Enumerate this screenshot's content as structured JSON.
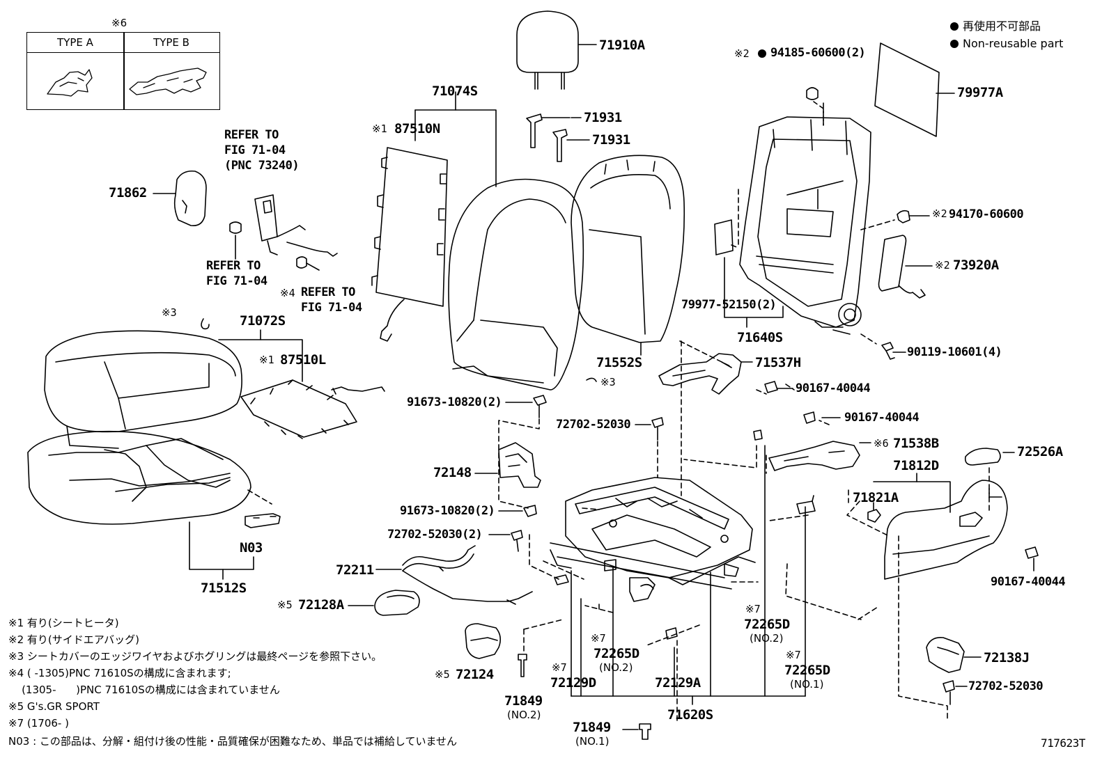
{
  "legend": {
    "jp": "再使用不可部品",
    "en": "Non-reusable part"
  },
  "type_table": {
    "mark": "※6",
    "type_a": "TYPE A",
    "type_b": "TYPE B"
  },
  "labels": {
    "p71910A": "71910A",
    "p71074S": "71074S",
    "p87510N": "87510N",
    "p87510N_mark": "※1",
    "p71931a": "71931",
    "p71931b": "71931",
    "p79977A": "79977A",
    "p94185": "94185-60600(2)",
    "p94185_mark": "※2",
    "p94170": "94170-60600",
    "p94170_mark": "※2",
    "p73920A": "73920A",
    "p73920A_mark": "※2",
    "p79977_52150": "79977-52150(2)",
    "p71640S": "71640S",
    "p90119": "90119-10601(4)",
    "p71552S": "71552S",
    "p71537H": "71537H",
    "p90167a": "90167-40044",
    "p90167b": "90167-40044",
    "p71538B": "71538B",
    "p71538B_mark": "※6",
    "p72526A": "72526A",
    "p71812D": "71812D",
    "p71821A": "71821A",
    "p90167c": "90167-40044",
    "p71862": "71862",
    "refer1_l1": "REFER TO",
    "refer1_l2": "FIG 71-04",
    "refer1_l3": "(PNC 73240)",
    "refer2_l1": "REFER TO",
    "refer2_l2": "FIG 71-04",
    "refer3_mark": "※4",
    "refer3_l1": "REFER TO",
    "refer3_l2": "FIG 71-04",
    "mark3a": "※3",
    "mark3b": "※3",
    "p71072S": "71072S",
    "p87510L": "87510L",
    "p87510L_mark": "※1",
    "p91673a": "91673-10820(2)",
    "p91673b": "91673-10820(2)",
    "p72702a": "72702-52030",
    "p72702b": "72702-52030(2)",
    "p72702c": "72702-52030",
    "p72148": "72148",
    "pN03": "N03",
    "p71512S": "71512S",
    "p72211": "72211",
    "p72128A": "72128A",
    "p72128A_mark": "※5",
    "p72124": "72124",
    "p72124_mark": "※5",
    "p72265D_no2a": "72265D",
    "p72265D_no2a_mark": "※7",
    "p72265D_no2a_sub": "(NO.2)",
    "p72265D_no2b": "72265D",
    "p72265D_no2b_mark": "※7",
    "p72265D_no2b_sub": "(NO.2)",
    "p72265D_no1": "72265D",
    "p72265D_no1_mark": "※7",
    "p72265D_no1_sub": "(NO.1)",
    "p72129D": "72129D",
    "p72129D_mark": "※7",
    "p72129A": "72129A",
    "p71620S": "71620S",
    "p71849_no2": "71849",
    "p71849_no2_sub": "(NO.2)",
    "p71849_no1": "71849",
    "p71849_no1_sub": "(NO.1)",
    "p72138J": "72138J",
    "ref_code": "717623T"
  },
  "notes": [
    "※1 有り(シートヒータ)",
    "※2 有り(サイドエアバッグ)",
    "※3 シートカバーのエッジワイヤおよびホグリングは最終ページを参照下さい。",
    "※4 (      -1305)PNC 71610Sの構成に含まれます;",
    "    (1305-      )PNC 71610Sの構成には含まれていません",
    "※5 G's.GR SPORT",
    "※7 (1706-      )",
    "N03 : この部品は、分解・組付け後の性能・品質確保が困難なため、単品では補給していません"
  ]
}
